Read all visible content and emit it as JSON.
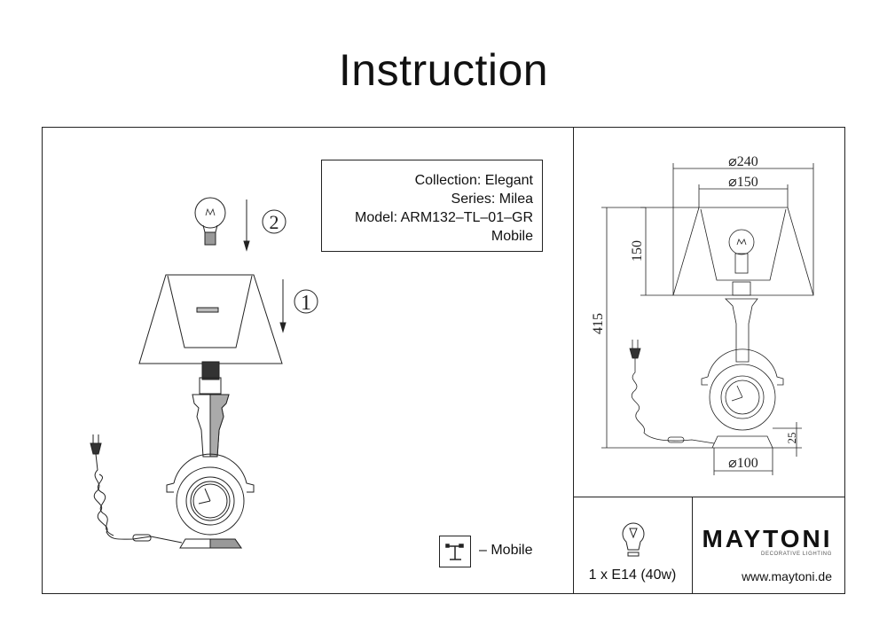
{
  "title": "Instruction",
  "product_info": {
    "collection": "Collection: Elegant",
    "series": "Series: Milea",
    "model": "Model: ARM132–TL–01–GR",
    "type": "Mobile"
  },
  "assembly_steps": {
    "step1": "1",
    "step2": "2"
  },
  "dimensions": {
    "shade_bottom_diameter": "⌀240",
    "shade_top_diameter": "⌀150",
    "shade_height": "150",
    "total_height": "415",
    "base_diameter": "⌀100",
    "base_height": "25"
  },
  "legend": {
    "mobile_label": "– Mobile"
  },
  "bulb_spec": "1 x E14 (40w)",
  "brand": {
    "name": "MAYTONI",
    "tagline": "DECORATIVE LIGHTING",
    "url": "www.maytoni.de"
  }
}
